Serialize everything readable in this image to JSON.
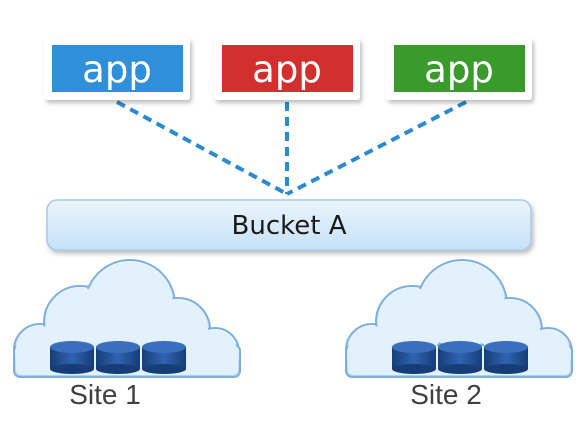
{
  "apps": [
    {
      "label": "app",
      "color": "#2f8fd8"
    },
    {
      "label": "app",
      "color": "#d32f2f"
    },
    {
      "label": "app",
      "color": "#3a9a2c"
    }
  ],
  "bucket": {
    "label": "Bucket A"
  },
  "sites": [
    {
      "label": "Site 1"
    },
    {
      "label": "Site 2"
    }
  ],
  "colors": {
    "connector": "#2b8ad0",
    "bucket_fill": "#d6ecfb",
    "bucket_border": "#a9c9e6",
    "cloud_fill": "#cfe6f8",
    "cloud_border": "#7fb0db",
    "disk_fill": "#1f4f93"
  }
}
